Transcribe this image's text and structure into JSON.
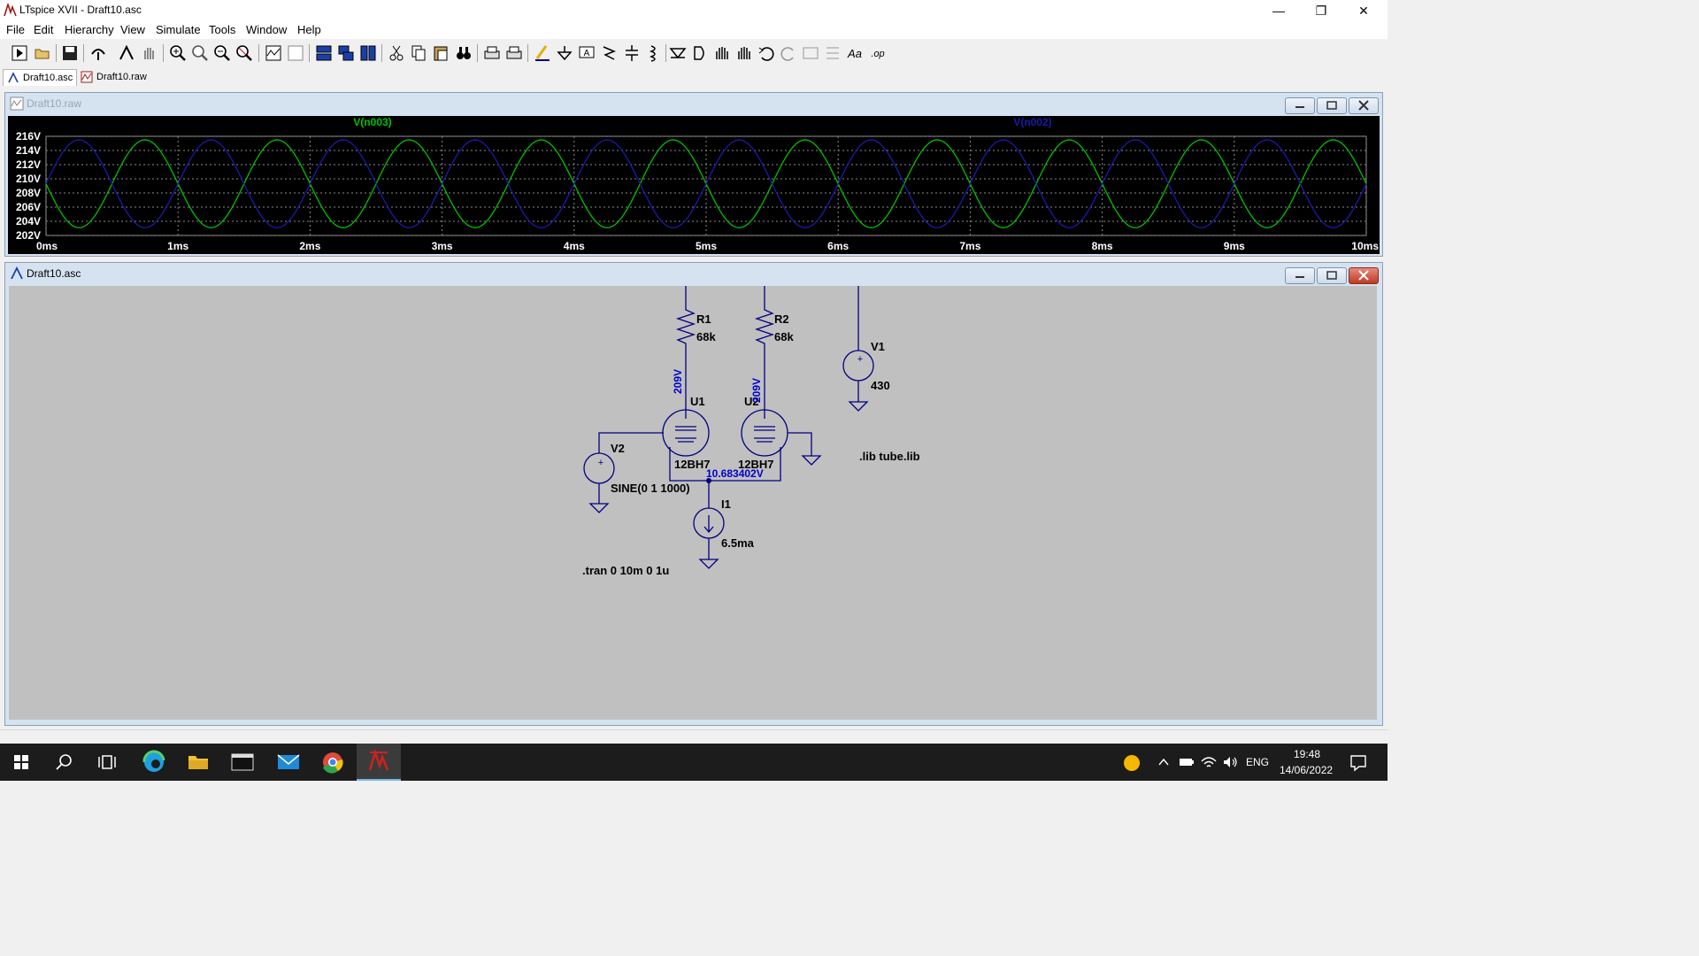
{
  "window": {
    "title": "LTspice XVII - Draft10.asc",
    "minimize_glyph": "—",
    "maximize_glyph": "❐",
    "close_glyph": "✕"
  },
  "menu": [
    "File",
    "Edit",
    "Hierarchy",
    "View",
    "Simulate",
    "Tools",
    "Window",
    "Help"
  ],
  "doc_tabs": [
    {
      "label": "Draft10.asc",
      "icon": "schematic-icon",
      "active": true
    },
    {
      "label": "Draft10.raw",
      "icon": "waveform-icon",
      "active": false
    }
  ],
  "waveform_window": {
    "title": "Draft10.raw"
  },
  "schematic_window": {
    "title": "Draft10.asc"
  },
  "chart_data": {
    "type": "line",
    "xlim": [
      0,
      10
    ],
    "ylim": [
      202,
      216
    ],
    "x_ticks": [
      "0ms",
      "1ms",
      "2ms",
      "3ms",
      "4ms",
      "5ms",
      "6ms",
      "7ms",
      "8ms",
      "9ms",
      "10ms"
    ],
    "y_ticks": [
      "202V",
      "204V",
      "206V",
      "208V",
      "210V",
      "212V",
      "214V",
      "216V"
    ],
    "grid": true,
    "background": "#000000",
    "series": [
      {
        "name": "V(n003)",
        "color": "#00c000",
        "offset": 209.3,
        "amplitude": 6.2,
        "frequency_khz": 1,
        "phase_deg": 180
      },
      {
        "name": "V(n002)",
        "color": "#1a1aa8",
        "offset": 209.3,
        "amplitude": 6.2,
        "frequency_khz": 1,
        "phase_deg": 0
      }
    ]
  },
  "schematic": {
    "r1": {
      "name": "R1",
      "value": "68k"
    },
    "r2": {
      "name": "R2",
      "value": "68k"
    },
    "v1": {
      "name": "V1",
      "value": "430"
    },
    "v2": {
      "name": "V2",
      "value": "SINE(0 1 1000)"
    },
    "u1": {
      "name": "U1",
      "model": "12BH7"
    },
    "u2": {
      "name": "U2",
      "model": "12BH7"
    },
    "i1": {
      "name": "I1",
      "value": "6.5ma"
    },
    "node_u1_plate": "209V",
    "node_u2_plate": "209V",
    "node_cathode": "10.683402V",
    "lib_directive": ".lib tube.lib",
    "tran_directive": ".tran 0 10m 0 1u",
    "background": "#c0c0c0",
    "wire_color": "#000080",
    "label_color": "#0000cc"
  },
  "tray": {
    "language": "ENG",
    "time": "19:48",
    "date": "14/06/2022"
  }
}
